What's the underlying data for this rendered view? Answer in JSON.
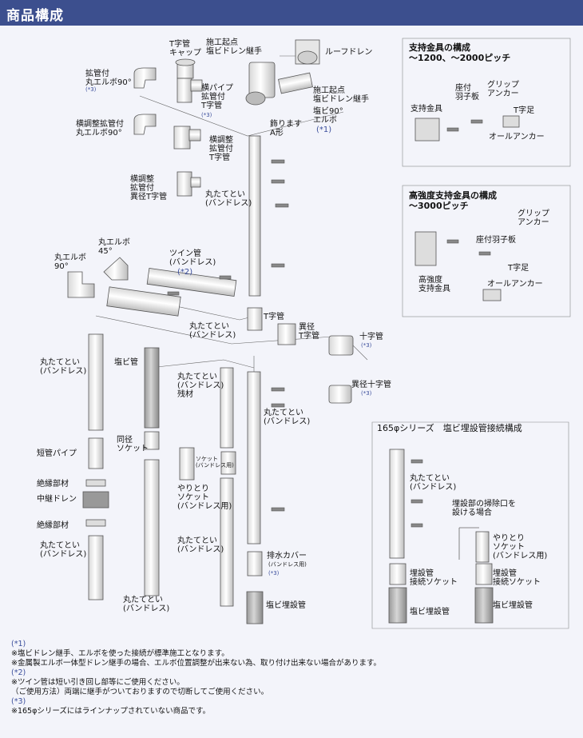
{
  "header": {
    "title": "商品構成"
  },
  "labels": {
    "t_cap": "T字管\nキャップ",
    "sekou_top": "施工起点\n塩ビドレン継手",
    "roof_drain": "ルーフドレン",
    "kakan_elbow90": "拡管付\n丸エルボ90°",
    "yoko_pipe_t": "横パイプ\n拡管付\nT字管",
    "sekou_right": "施工起点\n塩ビドレン継手",
    "enbi_elbow": "塩ビ90°\nエルボ",
    "kazari": "飾ります\nA形",
    "yokochosei_elbow": "横調整拡管付\n丸エルボ90°",
    "yokochosei_t": "横調整\n拡管付\nT字管",
    "yokochosei_ikei": "横調整\n拡管付\n異径T字管",
    "marutatetoi_1": "丸たてとい\n(バンドレス)",
    "maru_elbow45": "丸エルボ\n45°",
    "maru_elbow90": "丸エルボ\n90°",
    "twin_pipe": "ツイン管\n(バンドレス)",
    "marutatetoi_2": "丸たてとい\n(バンドレス)",
    "t_pipe": "T字管",
    "ikei_t": "異径\nT字管",
    "juji": "十字管",
    "ikei_juji": "異径十字管",
    "marutatetoi_left": "丸たてとい\n(バンドレス)",
    "tanpipe": "短管パイプ",
    "zetsuen1": "絶縁部材",
    "chukei_drain": "中継ドレン",
    "zetsuen2": "絶縁部材",
    "marutatetoi_left2": "丸たてとい\n(バンドレス)",
    "enbikan": "塩ビ管",
    "dokei_socket": "同径\nソケット",
    "marutatetoi_bottom": "丸たてとい\n(バンドレス)",
    "marutatetoi_zanzai": "丸たてとい\n(バンドレス)\n残材",
    "socket_small": "ソケット\n(バンドレス用)",
    "yaritori_socket": "やりとり\nソケット\n(バンドレス用)",
    "marutatetoi_mid": "丸たてとい\n(バンドレス)",
    "marutatetoi_right": "丸たてとい\n(バンドレス)",
    "haisui_cover": "排水カバー",
    "bandless_you": "(バンドレス用)",
    "enbi_maisetsu": "塩ビ埋設管",
    "star3": "(*3)",
    "star1": "(*1)",
    "star2": "(*2)"
  },
  "support_box": {
    "title": "支持金具の構成\n～1200、～2000ピッチ",
    "zafu": "座付\n羽子板",
    "grip": "グリップ\nアンカー",
    "shiji": "支持金具",
    "t_ashi": "T字足",
    "all_anchor": "オールアンカー"
  },
  "strong_box": {
    "title": "高強度支持金具の構成\n～3000ピッチ",
    "grip": "グリップ\nアンカー",
    "zafu": "座付羽子板",
    "kokyodo": "高強度\n支持金具",
    "t_ashi": "T字足",
    "all_anchor": "オールアンカー"
  },
  "series165": {
    "title": "165φシリーズ　塩ビ埋設管接続構成",
    "marutatetoi": "丸たてとい\n(バンドレス)",
    "maisetsu_socket": "埋設管\n接続ソケット",
    "enbi_maisetsu": "塩ビ埋設管",
    "soujiguchi": "埋設部の掃除口を\n設ける場合",
    "yaritori": "やりとり\nソケット\n(バンドレス用)",
    "maisetsu_socket2": "埋設管\n接続ソケット",
    "enbi_maisetsu2": "塩ビ埋設管"
  },
  "notes": [
    "(*1)",
    "※塩ビドレン継手、エルボを使った接続が標準施工となります。",
    "※金属製エルボ一体型ドレン継手の場合、エルボ位置調整が出来ない為、取り付け出来ない場合があります。",
    "(*2)",
    "※ツイン管は短い引き回し部等にご使用ください。",
    "（ご使用方法）両端に継手がついておりますので切断してご使用ください。",
    "(*3)",
    "※165φシリーズにはラインナップされていない商品です。"
  ]
}
